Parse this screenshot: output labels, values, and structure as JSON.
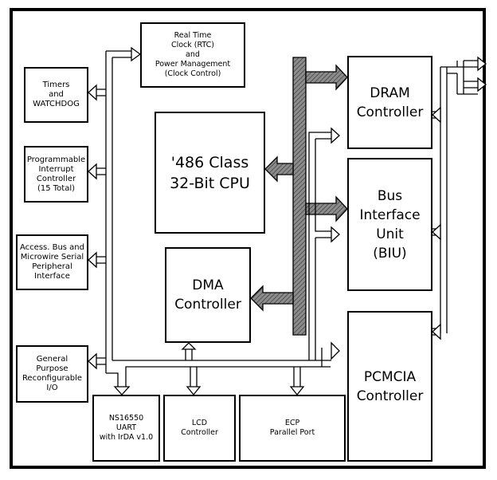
{
  "diagram": {
    "blocks": {
      "rtc": "Real Time\nClock (RTC)\nand\nPower Management\n(Clock Control)",
      "timers": "Timers\nand WATCHDOG",
      "pic": "Programmable\nInterrupt\nController\n(15 Total)",
      "access_bus": "Access. Bus and\nMicrowire Serial\nPeripheral\nInterface",
      "gpio": "General\nPurpose\nReconfigurable\nI/O",
      "cpu": "'486 Class\n32-Bit CPU",
      "dma": "DMA\nController",
      "dram": "DRAM\nController",
      "biu": "Bus\nInterface\nUnit\n(BIU)",
      "pcmcia": "PCMCIA\nController",
      "uart": "NS16550\nUART\nwith IrDA v1.0",
      "lcd": "LCD\nController",
      "ecp": "ECP\nParallel Port"
    },
    "colors": {
      "stroke": "#000000",
      "internal_bus": "#8c8c8c",
      "background": "#ffffff"
    }
  }
}
